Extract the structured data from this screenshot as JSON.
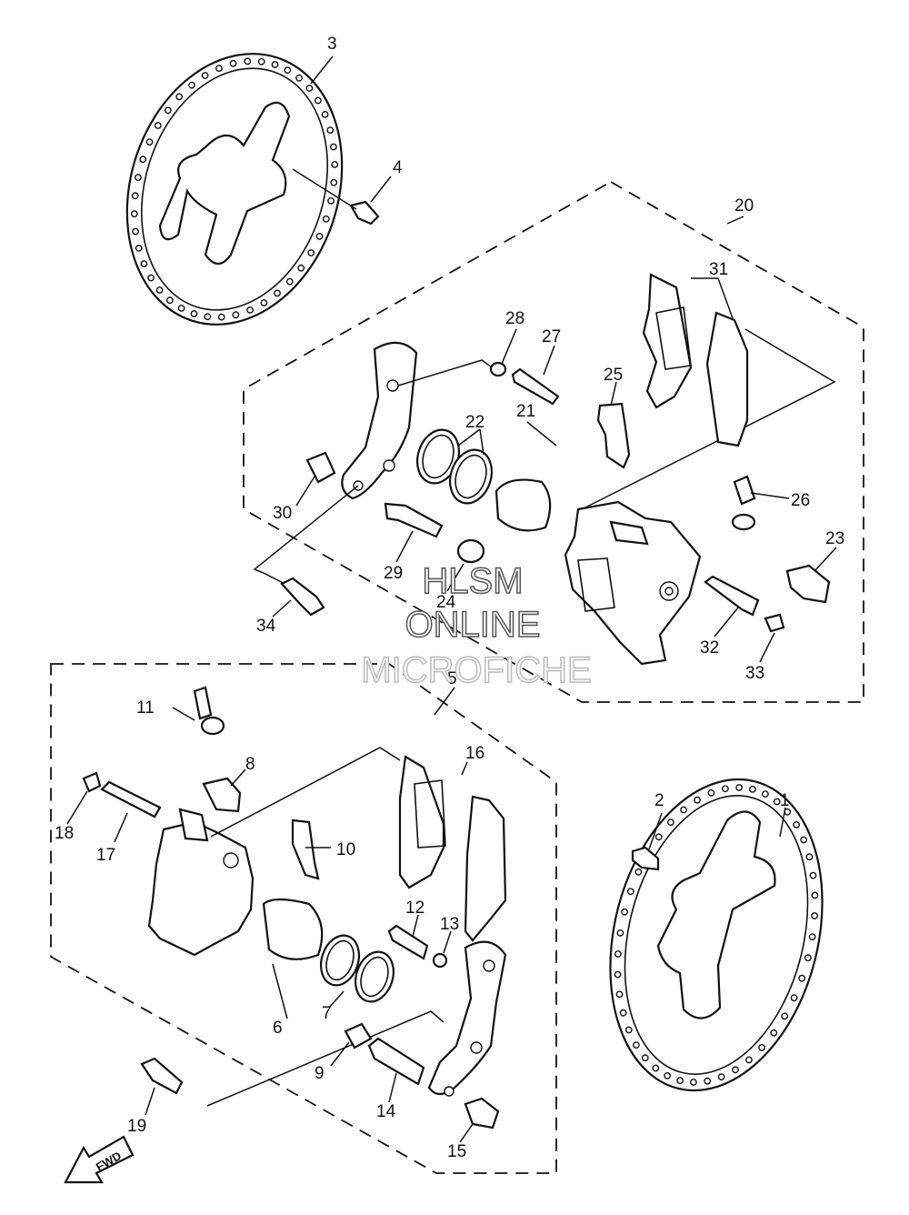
{
  "callouts": [
    "1",
    "2",
    "3",
    "4",
    "5",
    "6",
    "7",
    "8",
    "9",
    "10",
    "11",
    "12",
    "13",
    "14",
    "15",
    "16",
    "17",
    "18",
    "19",
    "20",
    "21",
    "22",
    "23",
    "24",
    "25",
    "26",
    "27",
    "28",
    "29",
    "30",
    "31",
    "32",
    "33",
    "34"
  ],
  "watermark": {
    "line1": "HLSM",
    "line2": "ONLINE",
    "line3": "MICROFICHE"
  },
  "direction_arrow": {
    "label": "FWD"
  }
}
